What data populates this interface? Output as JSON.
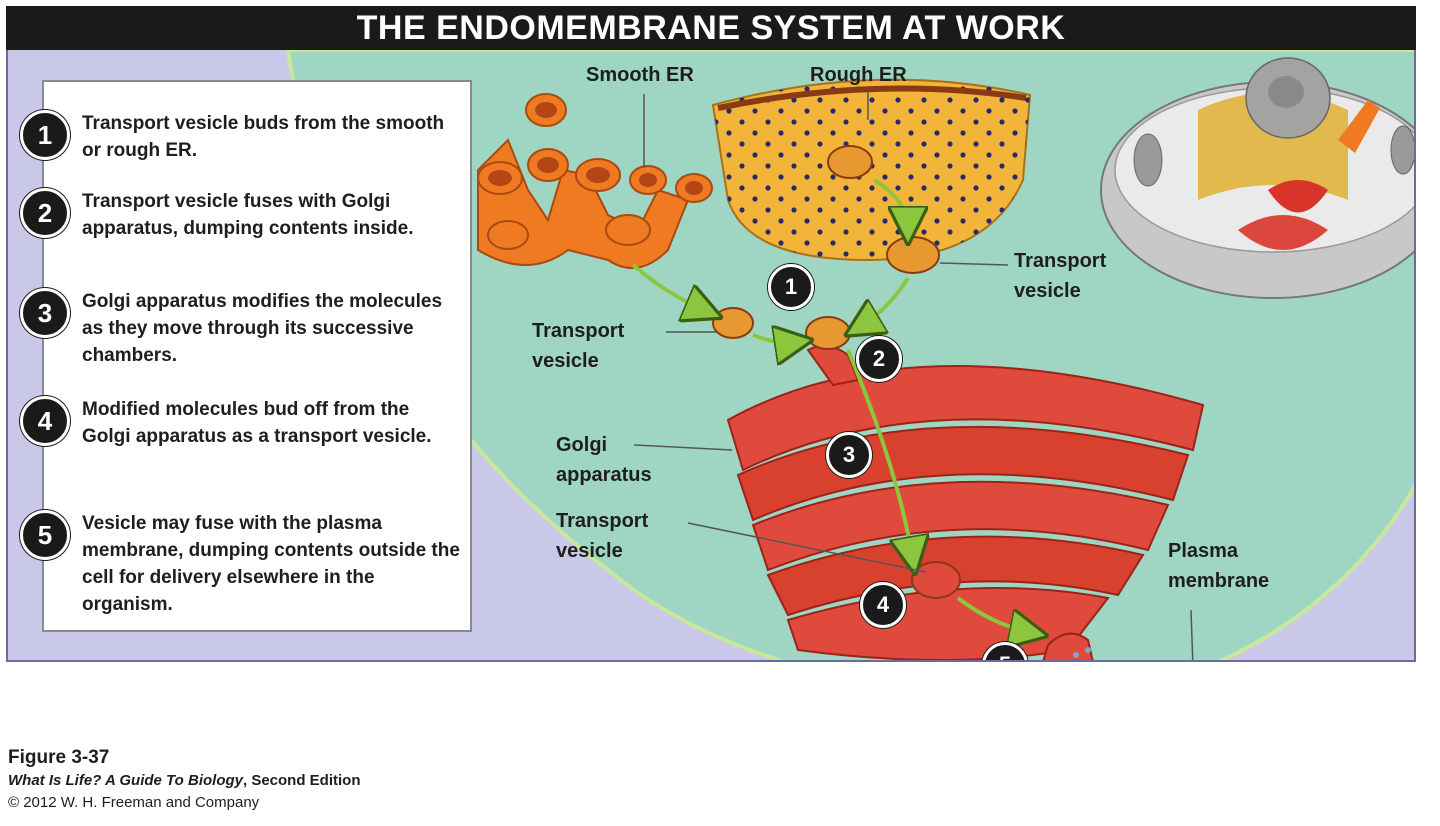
{
  "title": "THE ENDOMEMBRANE SYSTEM AT WORK",
  "steps": [
    {
      "number": "1",
      "text": "Transport vesicle buds from the smooth or rough ER."
    },
    {
      "number": "2",
      "text": "Transport vesicle fuses with Golgi apparatus, dumping contents inside."
    },
    {
      "number": "3",
      "text": "Golgi apparatus modifies the molecules as they move through its successive chambers."
    },
    {
      "number": "4",
      "text": "Modified molecules bud off from the Golgi apparatus as a transport vesicle."
    },
    {
      "number": "5",
      "text": "Vesicle may fuse with the plasma membrane, dumping contents outside the cell for delivery elsewhere in the organism."
    }
  ],
  "labels": {
    "smooth_er": "Smooth ER",
    "rough_er": "Rough ER",
    "transport_vesicle_right_1": "Transport",
    "transport_vesicle_right_2": "vesicle",
    "transport_vesicle_left_1": "Transport",
    "transport_vesicle_left_2": "vesicle",
    "golgi_1": "Golgi",
    "golgi_2": "apparatus",
    "transport_vesicle_low_1": "Transport",
    "transport_vesicle_low_2": "vesicle",
    "plasma_1": "Plasma",
    "plasma_2": "membrane"
  },
  "markers": [
    "1",
    "2",
    "3",
    "4",
    "5"
  ],
  "caption": {
    "figure": "Figure 3-37",
    "book_title": "What Is Life? A Guide To Biology",
    "edition": ", Second Edition",
    "copyright": "© 2012 W. H. Freeman and Company"
  },
  "colors": {
    "cytoplasm": "#9fd6c3",
    "background": "#c9c8e8",
    "golgi": "#e04a3c",
    "smooth_er": "#f07a22",
    "rough_er": "#f2b53a",
    "arrow": "#8cc63f"
  }
}
